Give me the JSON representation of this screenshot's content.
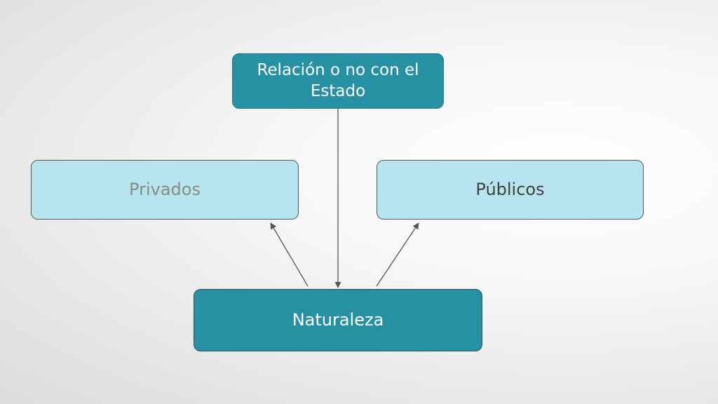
{
  "diagram": {
    "nodes": {
      "relacion": {
        "label": "Relación o no con el Estado"
      },
      "privados": {
        "label": "Privados"
      },
      "publicos": {
        "label": "Públicos"
      },
      "naturaleza": {
        "label": "Naturaleza"
      }
    },
    "edges": [
      {
        "from": "relacion",
        "to": "naturaleza"
      },
      {
        "from": "naturaleza",
        "to": "privados"
      },
      {
        "from": "naturaleza",
        "to": "publicos"
      }
    ]
  },
  "colors": {
    "node_dark": "#2791a4",
    "node_light": "#b6e4ef",
    "connector": "#555555"
  }
}
